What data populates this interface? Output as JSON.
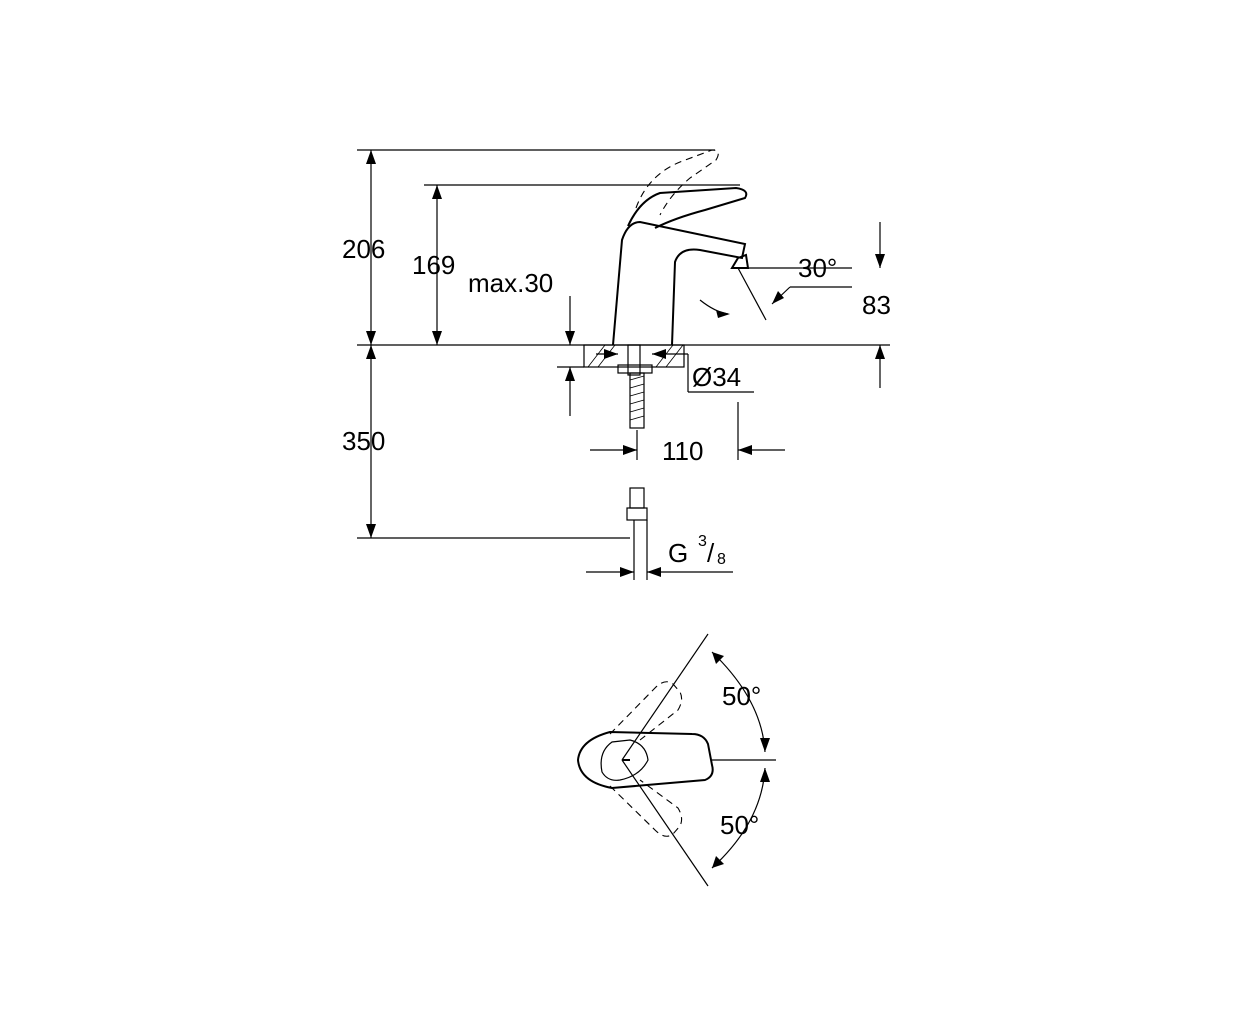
{
  "dimensions": {
    "total_height": "206",
    "spout_height": "169",
    "max_deck": "max.30",
    "spout_angle": "30°",
    "spout_clearance": "83",
    "hole_diameter": "Ø34",
    "supply_length": "350",
    "spout_reach": "110",
    "connection_prefix": "G",
    "connection_num": "3",
    "connection_den": "8",
    "lever_angle_up": "50°",
    "lever_angle_down": "50°"
  }
}
